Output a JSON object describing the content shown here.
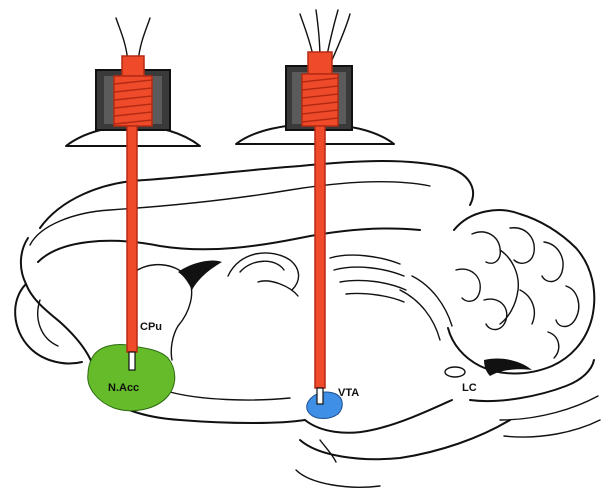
{
  "labels": {
    "cpu": "CPu",
    "nacc": "N.Acc",
    "vta": "VTA",
    "lc": "LC"
  },
  "colors": {
    "probe": "#ef4a2a",
    "probe_dark": "#b52a12",
    "n_acc_region": "#66bb2b",
    "vta_region": "#3f8fe6",
    "housing": "#3a3a3a",
    "outline": "#111111"
  },
  "icons": {
    "probe": "microdialysis-probe-icon",
    "brain": "rat-brain-sagittal-outline"
  }
}
